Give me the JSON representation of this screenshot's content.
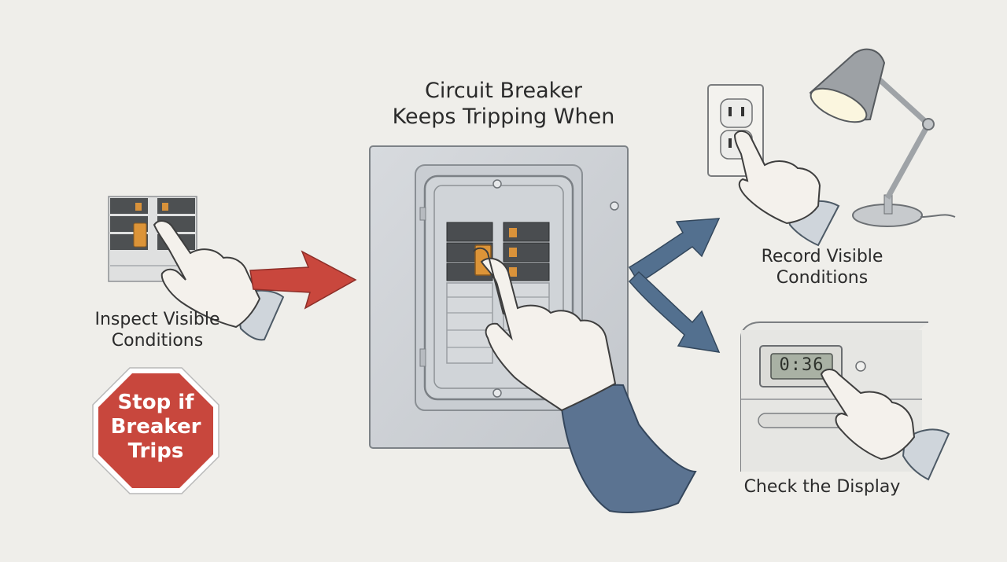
{
  "title": {
    "line1": "Circuit Breaker",
    "line2": "Keeps Tripping When"
  },
  "steps": {
    "inspect": {
      "line1": "Inspect Visible",
      "line2": "Conditions"
    },
    "record": {
      "line1": "Record Visible",
      "line2": "Conditions"
    },
    "display": {
      "label": "Check the Display"
    }
  },
  "warning": {
    "line1": "Stop if",
    "line2": "Breaker",
    "line3": "Trips"
  },
  "timer": {
    "readout": "0:36"
  },
  "colors": {
    "background": "#efeeea",
    "arrow_red": "#c9473d",
    "arrow_blue": "#53708f",
    "stop_sign": "#c8473d",
    "breaker_toggle": "#d9923a",
    "panel": "#cfd3d8",
    "sleeve": "#5b7391",
    "skin": "#f4f1ec"
  },
  "icons": [
    "breaker-panel-icon",
    "pointing-hand-icon",
    "outlet-icon",
    "desk-lamp-icon",
    "oven-display-icon",
    "stop-sign-icon",
    "arrow-right-icon",
    "branch-arrows-icon"
  ]
}
